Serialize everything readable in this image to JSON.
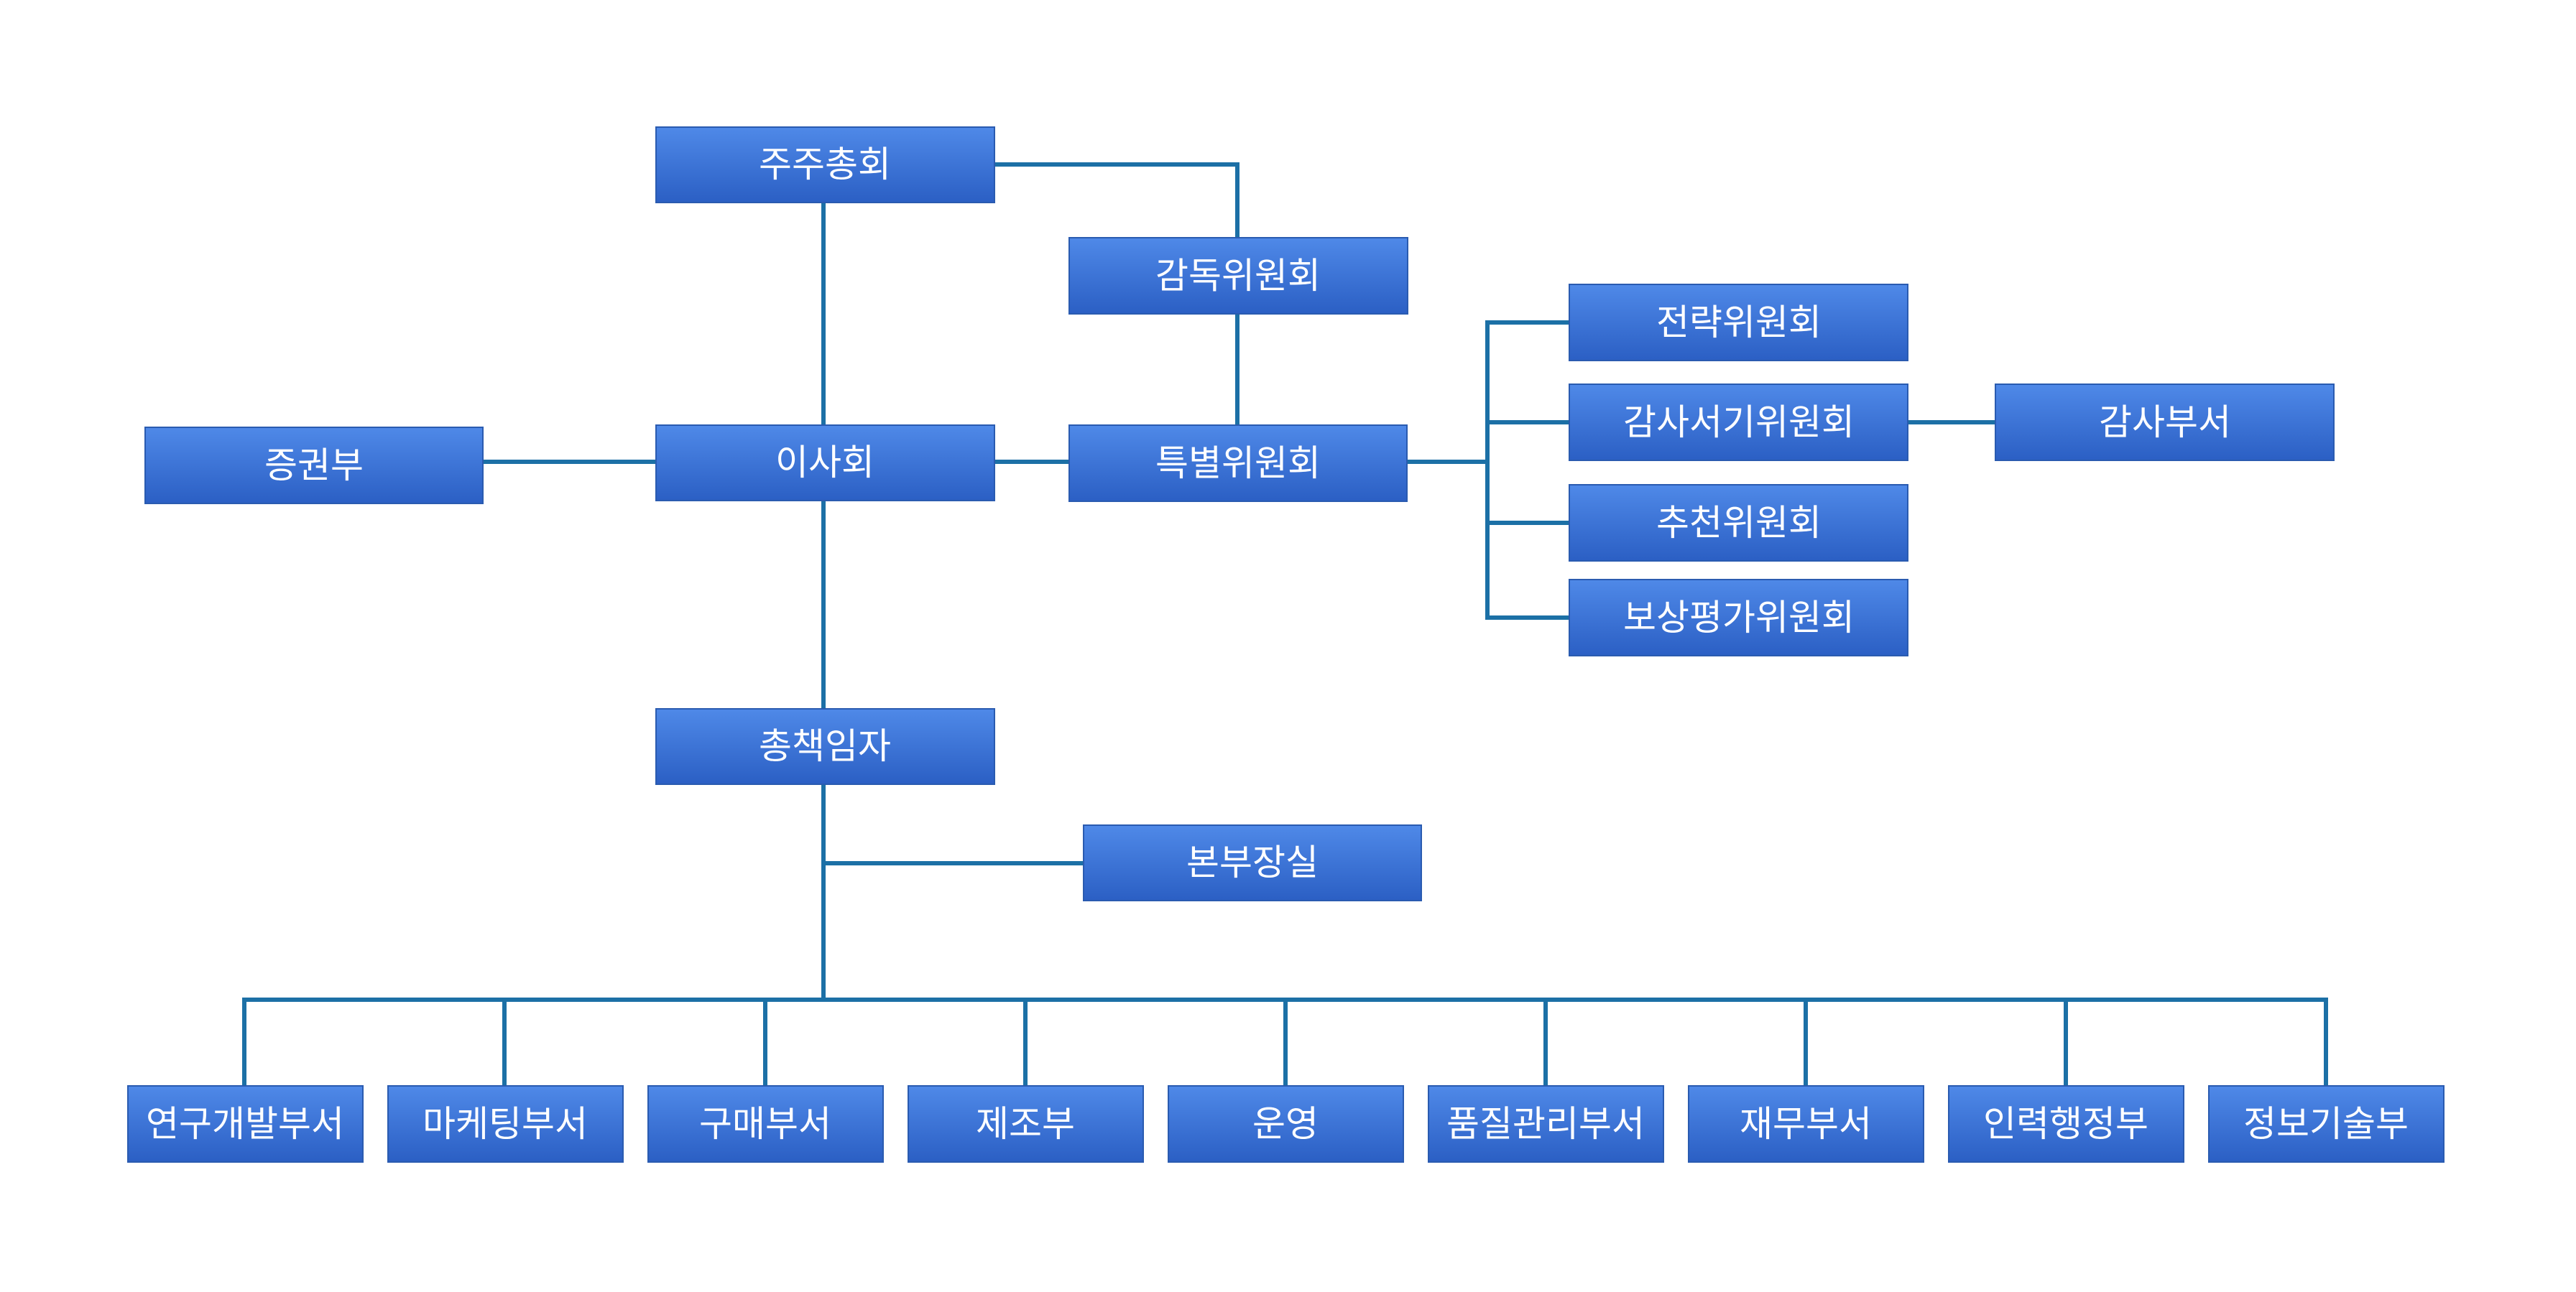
{
  "colors": {
    "box_top": "#4f89e8",
    "box_bottom": "#2b5fc4",
    "connector": "#1c70a6",
    "text": "#ffffff"
  },
  "nodes": {
    "shareholders_meeting": "주주총회",
    "supervisory_committee": "감독위원회",
    "securities_dept": "증권부",
    "board": "이사회",
    "special_committee": "특별위원회",
    "strategy_committee": "전략위원회",
    "audit_committee": "감사서기위원회",
    "audit_dept": "감사부서",
    "nomination_committee": "추천위원회",
    "compensation_committee": "보상평가위원회",
    "ceo": "총책임자",
    "hq_office": "본부장실",
    "rnd_dept": "연구개발부서",
    "marketing_dept": "마케팅부서",
    "purchasing_dept": "구매부서",
    "manufacturing_dept": "제조부",
    "operations": "운영",
    "quality_dept": "품질관리부서",
    "finance_dept": "재무부서",
    "hr_dept": "인력행정부",
    "it_dept": "정보기술부"
  }
}
